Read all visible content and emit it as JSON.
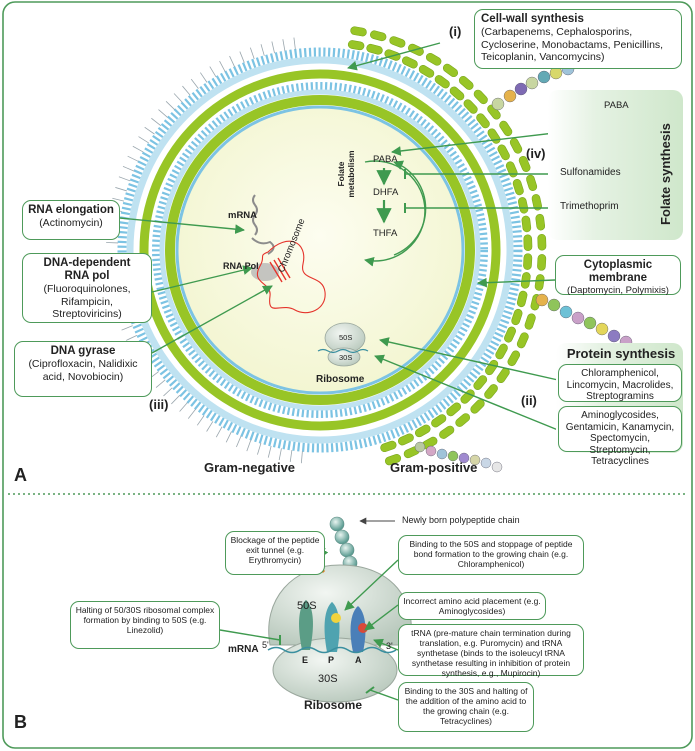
{
  "panel_a": {
    "letter": "A",
    "gram_negative": "Gram-negative",
    "gram_positive": "Gram-positive",
    "roman": {
      "i": "(i)",
      "ii": "(ii)",
      "iii": "(iii)",
      "iv": "(iv)"
    },
    "cell_labels": {
      "mrna": "mRNA",
      "rna_pol": "RNA Pol",
      "chromosome": "Chromosome",
      "ribosome": "Ribosome",
      "s50": "50S",
      "s30": "30S",
      "folate_metabolism": "Folate metabolism",
      "paba_inner": "PABA",
      "dhfa": "DHFA",
      "thfa": "THFA"
    },
    "boxes": {
      "cell_wall": {
        "title": "Cell-wall synthesis",
        "text": "(Carbapenems, Cephalosporins, Cycloserine, Monobactams, Penicillins, Teicoplanin, Vancomycins)"
      },
      "rna_elongation": {
        "title": "RNA elongation",
        "text": "(Actinomycin)"
      },
      "dna_rna_pol": {
        "title": "DNA-dependent RNA pol",
        "text": "(Fluoroquinolones, Rifampicin, Streptoviricins)"
      },
      "dna_gyrase": {
        "title": "DNA gyrase",
        "text": "(Ciprofloxacin, Nalidixic acid, Novobiocin)"
      },
      "cytoplasmic": {
        "title": "Cytoplasmic membrane",
        "text": "(Daptomycin, Polymixis)"
      },
      "folate": {
        "title": "Folate synthesis",
        "paba": "PABA",
        "sulfonamides": "Sulfonamides",
        "trimethoprim": "Trimethoprim"
      },
      "protein": {
        "title": "Protein synthesis",
        "group1": "Chloramphenicol, Lincomycin, Macrolides, Streptogramins",
        "group2": "Aminoglycosides, Gentamicin, Kanamycin, Spectomycin, Streptomycin, Tetracyclines"
      }
    }
  },
  "panel_b": {
    "letter": "B",
    "ribosome": "Ribosome",
    "s50": "50S",
    "s30": "30S",
    "mrna": "mRNA",
    "five": "5'",
    "three": "3'",
    "site_e": "E",
    "site_p": "P",
    "site_a": "A",
    "newly_born": "Newly born polypeptide chain",
    "blockage": "Blockage of the peptide exit tunnel (e.g. Erythromycin)",
    "binding50": "Binding to the 50S and stoppage of peptide bond formation to the growing chain (e.g. Chloramphenicol)",
    "incorrect": "Incorrect amino acid placement (e.g. Aminoglycosides)",
    "trna": "tRNA (pre-mature chain termination during translation, e.g. Puromycin) and tRNA synthetase (binds to the isoleucyl tRNA synthetase resulting in inhibition of protein synthesis, e.g., Mupirocin)",
    "halting": "Halting of 50/30S ribosomal complex formation by binding to 50S (e.g. Linezolid)",
    "binding30": "Binding to the 30S and halting of the addition of the amino acid to the growing chain (e.g. Tetracyclines)"
  },
  "colors": {
    "membrane_blue": "#7cc3e3",
    "wall_green": "#98c526",
    "arrow_green": "#3f9a4f",
    "box_border": "#4e9a5a"
  }
}
